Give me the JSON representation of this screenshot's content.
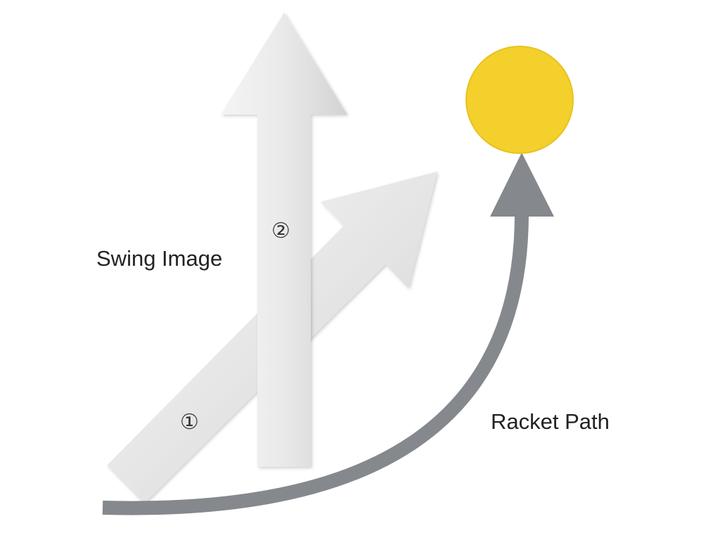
{
  "labels": {
    "swing_image": "Swing Image",
    "racket_path": "Racket Path",
    "step_one": "①",
    "step_two": "②"
  },
  "colors": {
    "ball": "#F4D02C",
    "ball_edge": "#E8C21E",
    "path": "#85888D",
    "arrow_light": "#F3F3F3",
    "arrow_mid": "#E2E2E2",
    "arrow_dark": "#CFCFCF"
  },
  "icons": {
    "ball": "tennis-ball-icon",
    "diagonal_arrow": "diagonal-arrow-icon",
    "vertical_arrow": "vertical-arrow-icon",
    "path_arrow": "curved-arrow-icon"
  }
}
